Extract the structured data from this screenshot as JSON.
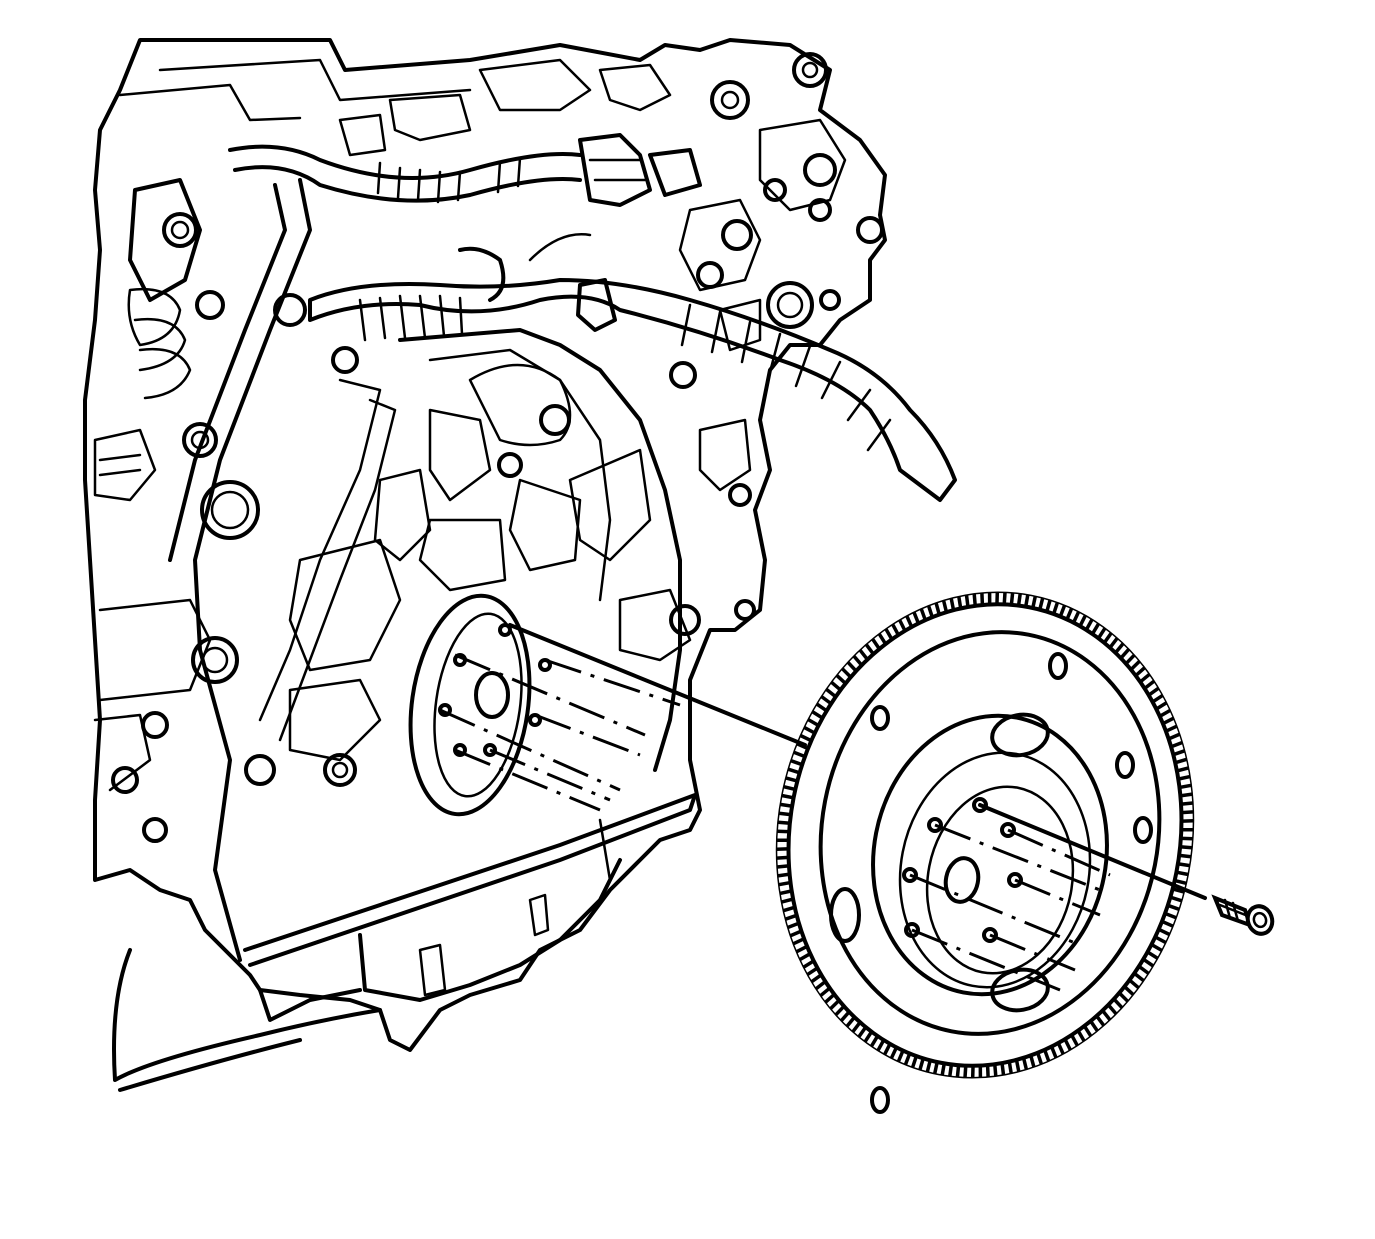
{
  "diagram": {
    "labels": [],
    "colors": {
      "ink": "#000000",
      "paper": "#ffffff"
    },
    "parts": {
      "engine": "engine-block",
      "harness": "wiring-harness",
      "flywheel": "flywheel",
      "bolt": "flywheel-bolt"
    },
    "flywheel_teeth": 170,
    "flywheel_bolts": 6
  }
}
